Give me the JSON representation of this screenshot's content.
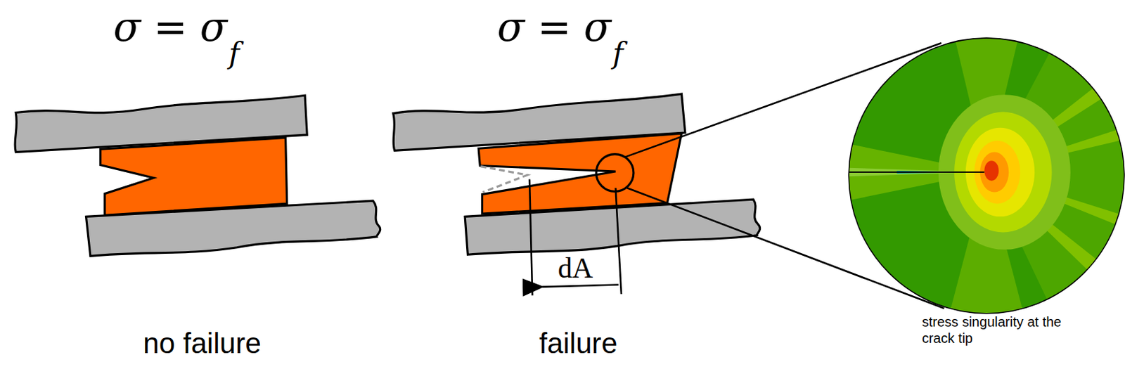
{
  "diagram": {
    "labels": [
      "σ = σ",
      "f",
      "σ = σ",
      "f",
      "dA",
      "no failure",
      "failure",
      "stress singularity at the crack tip"
    ]
  }
}
